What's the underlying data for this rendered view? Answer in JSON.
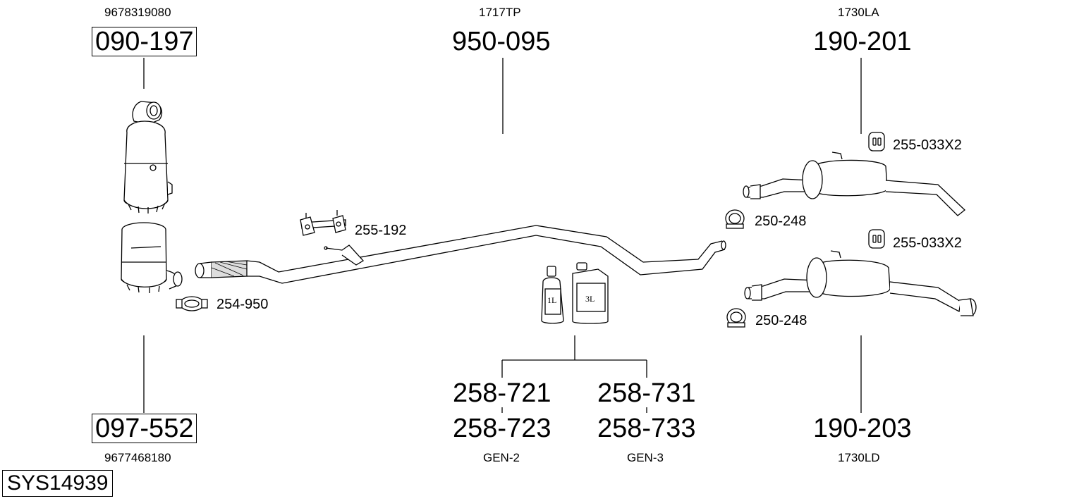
{
  "catalyst_top": {
    "oem": "9678319080",
    "part": "090-197"
  },
  "catalyst_bottom": {
    "oem": "9677468180",
    "part": "097-552"
  },
  "centre_pipe": {
    "oem": "1717TP",
    "part": "950-095"
  },
  "rear_top": {
    "oem": "1730LA",
    "part": "190-201"
  },
  "rear_bottom": {
    "oem": "1730LD",
    "part": "190-203"
  },
  "fluids": {
    "left": {
      "part_a": "258-721",
      "part_b": "258-723",
      "name": "GEN-2",
      "bottle_label": "1L"
    },
    "right": {
      "part_a": "258-731",
      "part_b": "258-733",
      "name": "GEN-3",
      "bottle_label": "3L"
    }
  },
  "fittings": {
    "clamp_front": "254-950",
    "hanger_bracket": "255-192",
    "rubber_top": "255-033X2",
    "rubber_bottom": "255-033X2",
    "clamp_top": "250-248",
    "clamp_bottom": "250-248"
  },
  "system_id": "SYS14939"
}
